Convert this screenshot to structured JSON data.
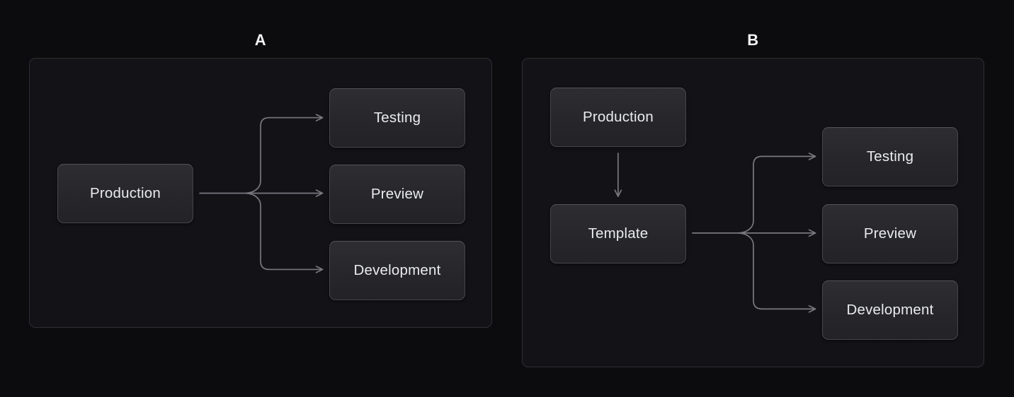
{
  "figure": {
    "background": "#0c0c0e",
    "colors": {
      "panel_background": "#131317",
      "panel_border": "#2e2e34",
      "node_border": "#45454c",
      "node_background_top": "#2d2d32",
      "node_background_bottom": "#232327",
      "arrow_line": "#787880",
      "node_text": "#e9ebee",
      "label_text": "#f2f3f5"
    }
  },
  "diagram_a": {
    "label": "A",
    "nodes": {
      "production": "Production",
      "testing": "Testing",
      "preview": "Preview",
      "development": "Development"
    },
    "edges": [
      {
        "from": "Production",
        "to": "Testing"
      },
      {
        "from": "Production",
        "to": "Preview"
      },
      {
        "from": "Production",
        "to": "Development"
      }
    ]
  },
  "diagram_b": {
    "label": "B",
    "nodes": {
      "production": "Production",
      "template": "Template",
      "testing": "Testing",
      "preview": "Preview",
      "development": "Development"
    },
    "edges": [
      {
        "from": "Production",
        "to": "Template"
      },
      {
        "from": "Template",
        "to": "Testing"
      },
      {
        "from": "Template",
        "to": "Preview"
      },
      {
        "from": "Template",
        "to": "Development"
      }
    ]
  }
}
